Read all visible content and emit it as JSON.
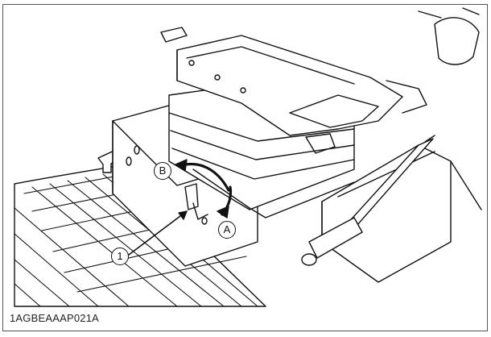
{
  "figure": {
    "code": "1AGBEAAAP021A",
    "callouts": {
      "lever": "1",
      "direction_b": "B",
      "direction_a": "A"
    }
  }
}
